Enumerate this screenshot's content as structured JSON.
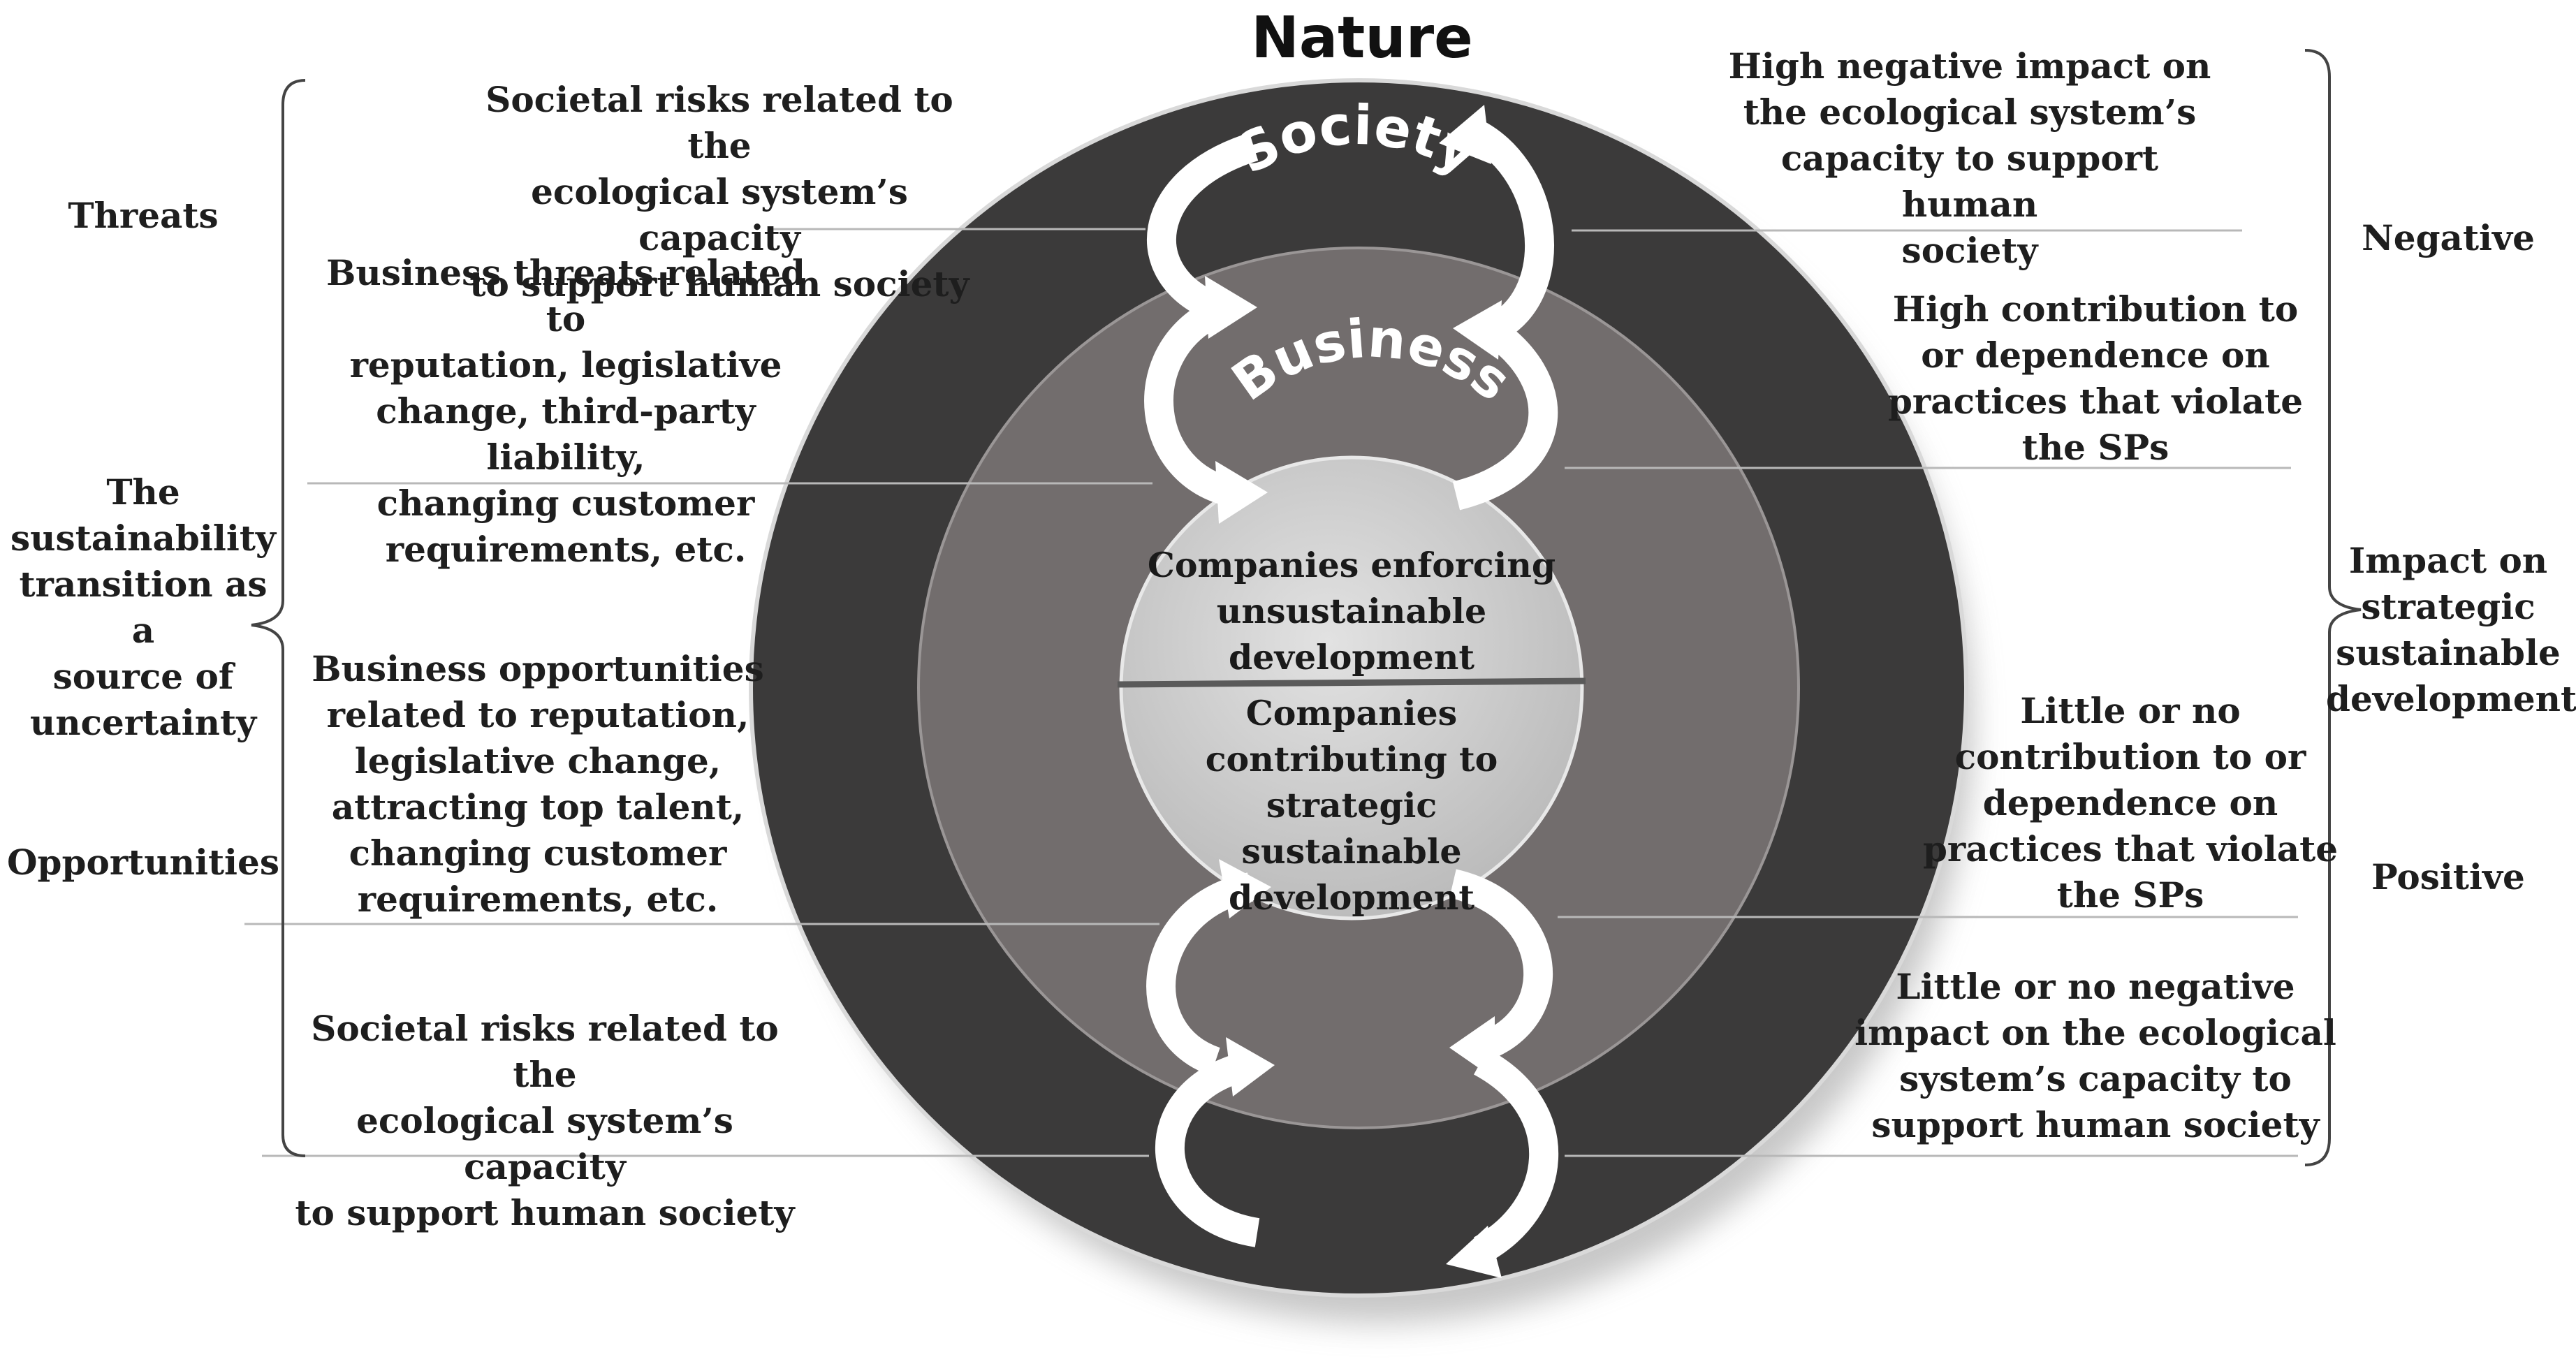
{
  "rings": {
    "nature": "Nature",
    "society": "Society",
    "business": "Business"
  },
  "core": {
    "upper": "Companies enforcing\nunsustainable\ndevelopment",
    "lower": "Companies\ncontributing to strategic\nsustainable\ndevelopment"
  },
  "left_labels": [
    "Societal risks related to the\necological system’s capacity\nto support human society",
    "Business threats related to\nreputation, legislative\nchange, third-party liability,\nchanging customer\nrequirements, etc.",
    "Business opportunities\nrelated to reputation,\nlegislative change,\nattracting top talent,\nchanging customer\nrequirements, etc.",
    "Societal risks related to the\necological system’s capacity\nto support human society"
  ],
  "right_labels": [
    "High negative impact on\nthe ecological system’s\ncapacity to support human\nsociety",
    "High contribution to\nor dependence on\npractices that violate\nthe SPs",
    "Little or no\ncontribution to or\ndependence on\npractices that violate\nthe SPs",
    "Little or no negative\nimpact on the ecological\nsystem’s capacity to\nsupport human society"
  ],
  "left_side": {
    "threats": "Threats",
    "uncertainty": "The\nsustainability\ntransition as a\nsource of\nuncertainty",
    "opportunities": "Opportunities"
  },
  "right_side": {
    "negative": "Negative",
    "impact": "Impact on\nstrategic\nsustainable\ndevelopment",
    "positive": "Positive"
  },
  "colors": {
    "outer_ring": "#3b3a3a",
    "middle_ring": "#726d6d",
    "inner_disc": "#cfcfcf",
    "arrows": "#ffffff",
    "text": "#1e1e1e"
  }
}
